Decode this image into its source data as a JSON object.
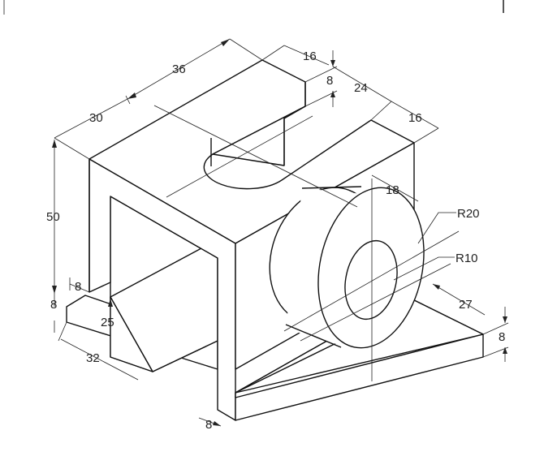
{
  "dimensions": {
    "d36": "36",
    "d30": "30",
    "d16_top": "16",
    "d8_top": "8",
    "d24": "24",
    "d16_right": "16",
    "d18": "18",
    "r20": "R20",
    "r10": "R10",
    "d50": "50",
    "d8_left_small": "8",
    "d8_left": "8",
    "d25": "25",
    "d32": "32",
    "d27": "27",
    "d8_right": "8",
    "d8_bottom": "8"
  },
  "colors": {
    "line": "#111111",
    "background": "#ffffff"
  }
}
